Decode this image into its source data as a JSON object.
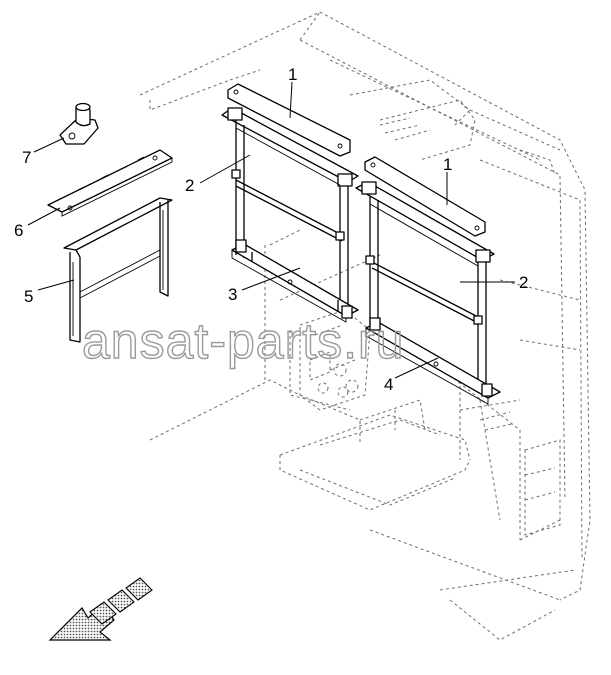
{
  "callouts": {
    "c1a": "1",
    "c1b": "1",
    "c2a": "2",
    "c2b": "2",
    "c3": "3",
    "c4": "4",
    "c5": "5",
    "c6": "6",
    "c7": "7"
  },
  "watermark": "ansat-parts.ru",
  "colors": {
    "line": "#000000",
    "cab_outline": "#6e6e6e",
    "watermark": "#9a9a9a",
    "arrow_fill": "#8c8c8c"
  }
}
